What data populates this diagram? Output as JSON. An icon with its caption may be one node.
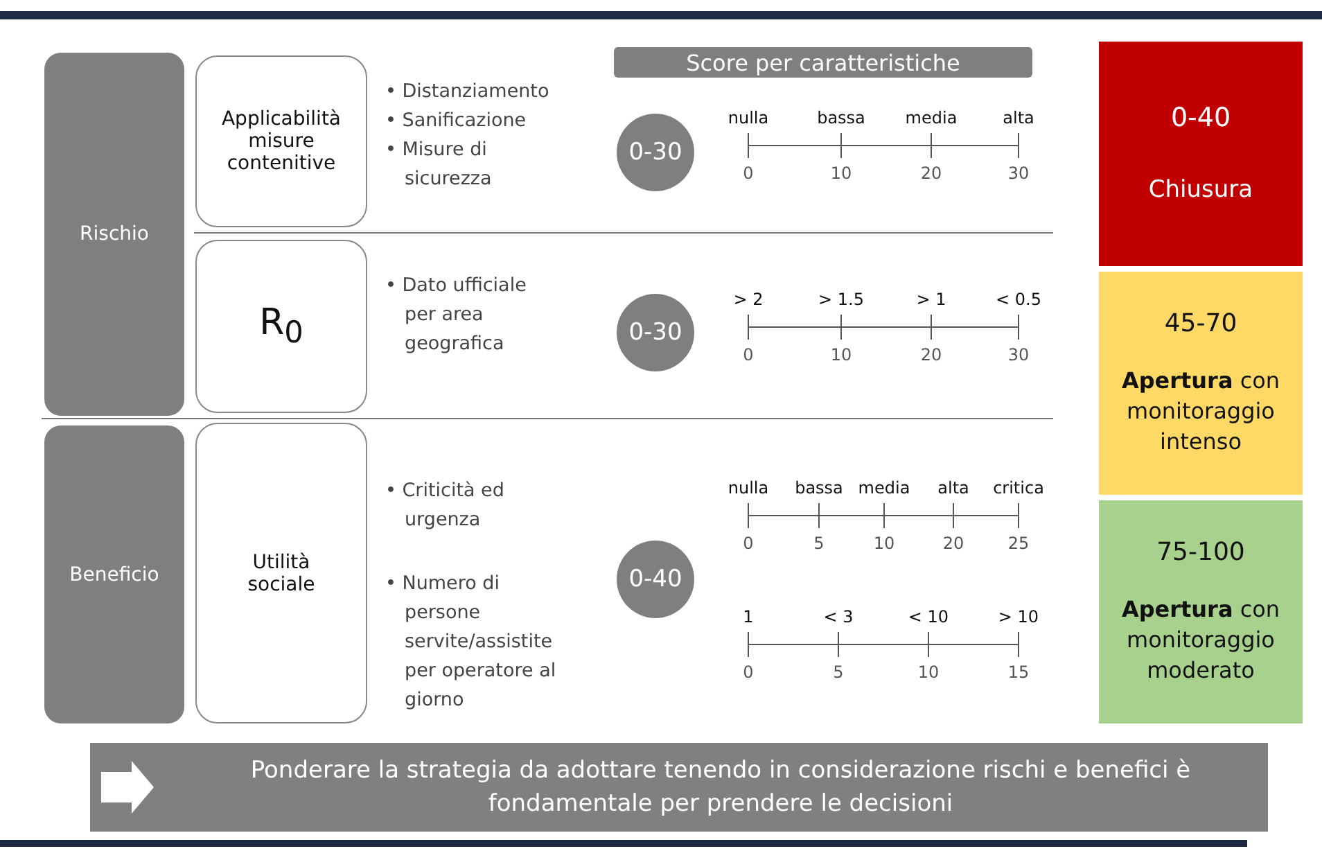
{
  "diagram": {
    "nodes": [
      {
        "text": [
          "Score per caratteristiche"
        ]
      },
      {
        "text": [
          "Rischio"
        ]
      },
      {
        "text": [
          "Applicabilità misure contenitive"
        ]
      },
      {
        "text": [
          "0-30"
        ]
      },
      {
        "text": [
          "R$_{0}$"
        ]
      },
      {
        "text": [
          "0-30"
        ]
      },
      {
        "text": [
          "Beneficio"
        ]
      },
      {
        "text": [
          "Utilità sociale"
        ]
      },
      {
        "text": [
          "0-40"
        ]
      },
      {
        "text": [
          "0-40",
          "Chiusura"
        ]
      },
      {
        "text": [
          "45-70",
          "**Apertura** con monitoraggio intenso"
        ]
      },
      {
        "text": [
          "75-100",
          "**Apertura** con monitoraggio moderato"
        ]
      },
      {
        "text": [
          "Ponderare la strategia da adottare tenendo in considerazione rischi e benefici è fondamentale per prendere le decisioni"
        ]
      }
    ],
    "labels": [
      "• Distanziamento",
      "• Sanificazione",
      "• Misure di sicurezza",
      "• Dato ufficiale per area geografica",
      "• Criticità ed urgenza",
      "• Numero di persone servite/assistite per operatore al giorno",
      "nulla",
      "bassa",
      "media",
      "alta",
      "0",
      "10",
      "20",
      "30",
      "> 2",
      "> 1.5",
      "> 1",
      "< 0.5",
      "0",
      "10",
      "20",
      "30",
      "nulla",
      "bassa",
      "media",
      "alta",
      "critica",
      "0",
      "5",
      "10",
      "20",
      "25",
      "1",
      "< 3",
      "< 10",
      "> 10",
      "0",
      "5",
      "10",
      "15"
    ]
  }
}
